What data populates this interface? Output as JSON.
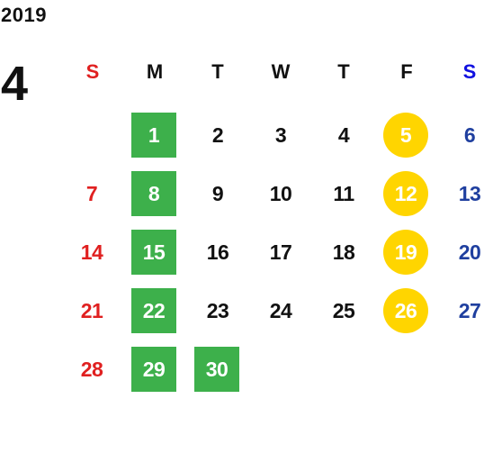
{
  "calendar": {
    "year": "2019",
    "month": "4",
    "weekdays": [
      "S",
      "M",
      "T",
      "W",
      "T",
      "F",
      "S"
    ],
    "colors": {
      "sunday_header": "#e02020",
      "saturday_header": "#1010e0",
      "sunday_date": "#e02020",
      "saturday_date": "#1f3f9f",
      "holiday_fill": "#3db04b",
      "friday_fill": "#ffd500",
      "default_text": "#111111"
    },
    "weeks": [
      [
        "",
        "1",
        "2",
        "3",
        "4",
        "5",
        "6"
      ],
      [
        "7",
        "8",
        "9",
        "10",
        "11",
        "12",
        "13"
      ],
      [
        "14",
        "15",
        "16",
        "17",
        "18",
        "19",
        "20"
      ],
      [
        "21",
        "22",
        "23",
        "24",
        "25",
        "26",
        "27"
      ],
      [
        "28",
        "29",
        "30",
        "",
        "",
        "",
        ""
      ]
    ],
    "green_square_dates": [
      "1",
      "8",
      "15",
      "22",
      "29",
      "30"
    ],
    "yellow_circle_dates": [
      "5",
      "12",
      "19",
      "26"
    ]
  }
}
